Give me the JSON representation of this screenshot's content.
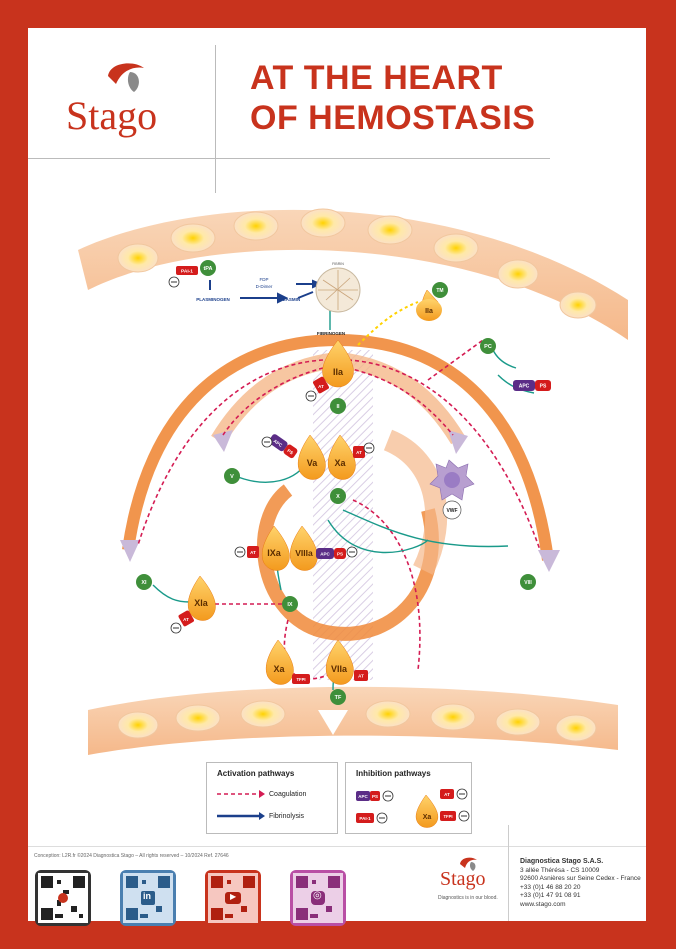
{
  "brand": {
    "name": "Stago",
    "tagline": "Diagnostics is in our blood."
  },
  "title": {
    "line1": "AT THE HEART",
    "line2": "OF HEMOSTASIS"
  },
  "labels": {
    "tPA": "tPA",
    "PAI1": "PAI-1",
    "plasminogen": "PLASMINOGEN",
    "plasmin": "PLASMIN",
    "fdp": "FDP",
    "ddimer": "D-Dimer",
    "fibrin": "FIBRIN",
    "fibrinogen": "FIBRINOGEN",
    "TM": "TM",
    "IIa": "IIa",
    "PC": "PC",
    "APC": "APC",
    "PS": "PS",
    "AT": "AT",
    "II": "II",
    "Va": "Va",
    "Xa": "Xa",
    "V": "V",
    "VWF": "VWF",
    "X": "X",
    "IXa": "IXa",
    "VIIIa": "VIIIa",
    "XI": "XI",
    "XIa": "XIa",
    "IX": "IX",
    "VIII": "VIII",
    "VIIa": "VIIa",
    "TFPI": "TFPI",
    "TF": "TF"
  },
  "legend": {
    "activation_title": "Activation pathways",
    "coagulation": "Coagulation",
    "fibrinolysis": "Fibrinolysis",
    "inhibition_title": "Inhibition pathways"
  },
  "footer": {
    "conception": "Conception: L2R.fr ©2024 Diagnostica Stago – All rights reserved – 10/2024 Ref. 27646",
    "company": "Diagnostica Stago S.A.S.",
    "address1": "3 allée Thérésa - CS 10009",
    "address2": "92600 Asnières sur Seine Cedex - France",
    "phone": "+33 (0)1 46 88 20 20",
    "fax": "+33 (0)1 47 91 08 91",
    "web": "www.stago.com"
  },
  "colors": {
    "brand_red": "#c8331d",
    "orange": "#f08a3a",
    "green": "#3f8f3a",
    "navy": "#1b3f8b",
    "purple": "#5b2d87",
    "teal": "#1a9a8a"
  },
  "icons": {
    "linkedin": "in",
    "youtube": "▶",
    "instagram": "◎"
  }
}
